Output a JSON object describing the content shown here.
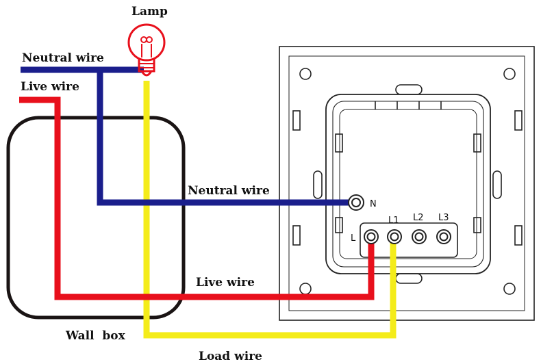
{
  "labels": {
    "lamp": "Lamp",
    "neutral_wire_top": "Neutral wire",
    "live_wire_top": "Live wire",
    "neutral_wire_mid": "Neutral wire",
    "live_wire_bottom": "Live wire",
    "wall_box": "Wall  box",
    "load_wire": "Load wire"
  },
  "terminals": {
    "n": "N",
    "l": "L",
    "l1": "L1",
    "l2": "L2",
    "l3": "L3"
  },
  "colors": {
    "neutral": "#1a1e8c",
    "live": "#e8101c",
    "load": "#f4ec1a",
    "wall_box": "#1a1414",
    "lamp": "#e8101c",
    "outline": "#222222"
  }
}
